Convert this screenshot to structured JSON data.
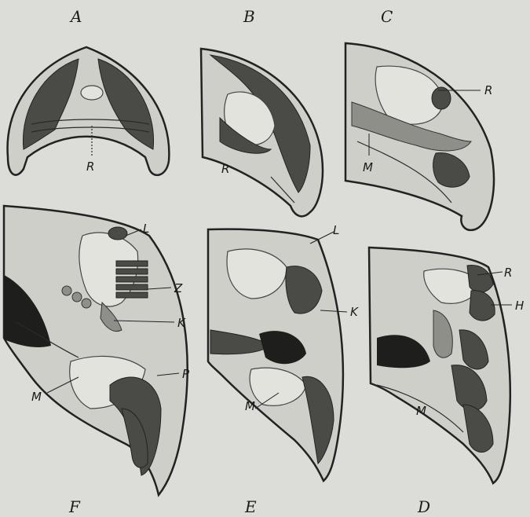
{
  "panels": {
    "A": {
      "letter": "A",
      "labels": [
        "R"
      ]
    },
    "B": {
      "letter": "B",
      "labels": [
        "R"
      ]
    },
    "C": {
      "letter": "C",
      "labels": [
        "R",
        "M"
      ]
    },
    "F": {
      "letter": "F",
      "labels": [
        "L",
        "Z",
        "K",
        "P",
        "M"
      ]
    },
    "E": {
      "letter": "E",
      "labels": [
        "L",
        "K",
        "M"
      ]
    },
    "D": {
      "letter": "D",
      "labels": [
        "R",
        "H",
        "M"
      ]
    }
  },
  "colors": {
    "background": "#d9d9d6",
    "ink": "#222222"
  }
}
